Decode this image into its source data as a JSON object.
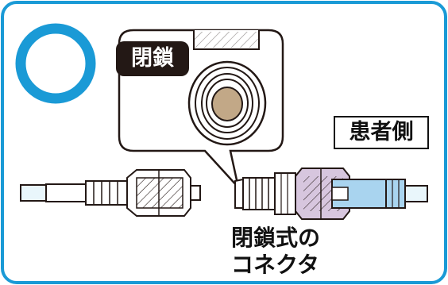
{
  "badge_closed": "閉鎖",
  "patient_side_label": "患者側",
  "caption_line1": "閉鎖式の",
  "caption_line2": "コネクタ",
  "colors": {
    "frame_border": "#1a9ad6",
    "ok_circle": "#1a9ad6",
    "tube_fill": "#e9f6fb",
    "connector_fill": "#ffffff",
    "purple_hub": "#d7c6de",
    "blue_tip": "#a9d4ef",
    "valve_core": "#c2a887",
    "outline": "#231815"
  }
}
